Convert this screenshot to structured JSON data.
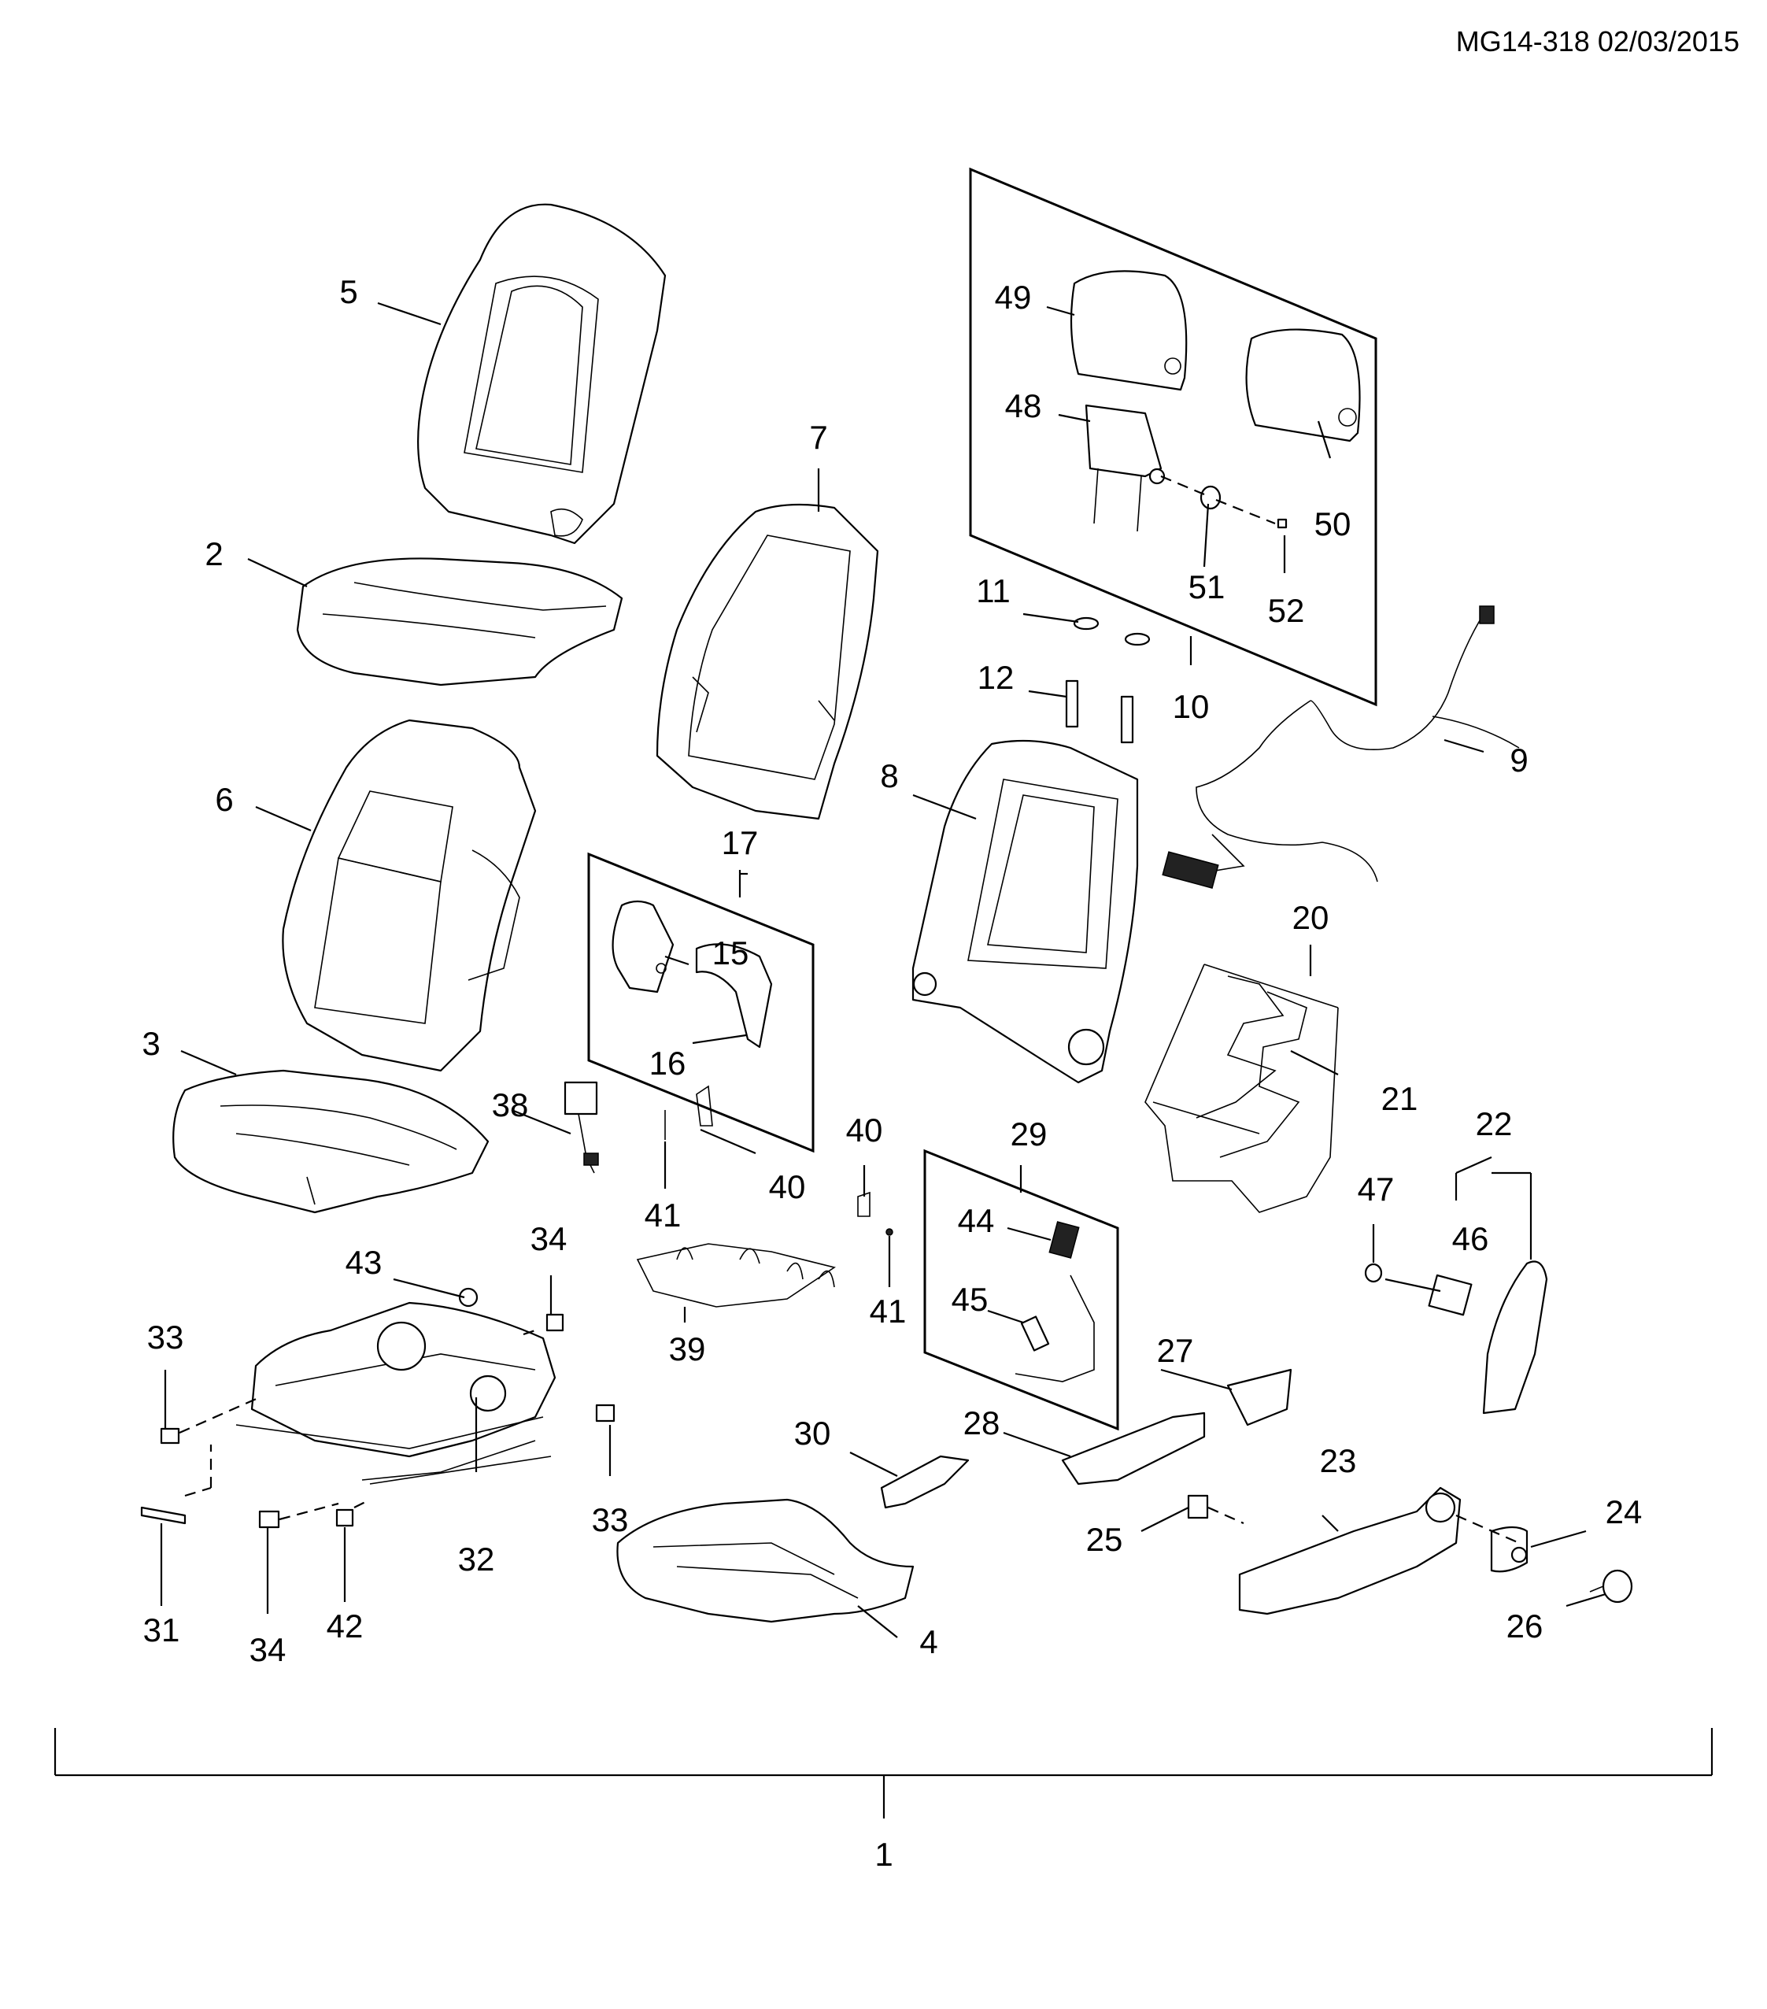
{
  "diagram_code": "MG14-318 02/03/2015",
  "callouts": {
    "c1": "1",
    "c2": "2",
    "c3": "3",
    "c4": "4",
    "c5": "5",
    "c6": "6",
    "c7": "7",
    "c8": "8",
    "c9": "9",
    "c10": "10",
    "c11": "11",
    "c12": "12",
    "c15": "15",
    "c16": "16",
    "c17": "17",
    "c20": "20",
    "c21": "21",
    "c22": "22",
    "c23": "23",
    "c24": "24",
    "c25": "25",
    "c26": "26",
    "c27": "27",
    "c28": "28",
    "c29": "29",
    "c30": "30",
    "c31": "31",
    "c32": "32",
    "c33a": "33",
    "c33b": "33",
    "c34a": "34",
    "c34b": "34",
    "c38": "38",
    "c39": "39",
    "c40a": "40",
    "c40b": "40",
    "c41a": "41",
    "c41b": "41",
    "c42": "42",
    "c43": "43",
    "c44": "44",
    "c45": "45",
    "c46": "46",
    "c47": "47",
    "c48": "48",
    "c49": "49",
    "c50": "50",
    "c51": "51",
    "c52": "52"
  }
}
